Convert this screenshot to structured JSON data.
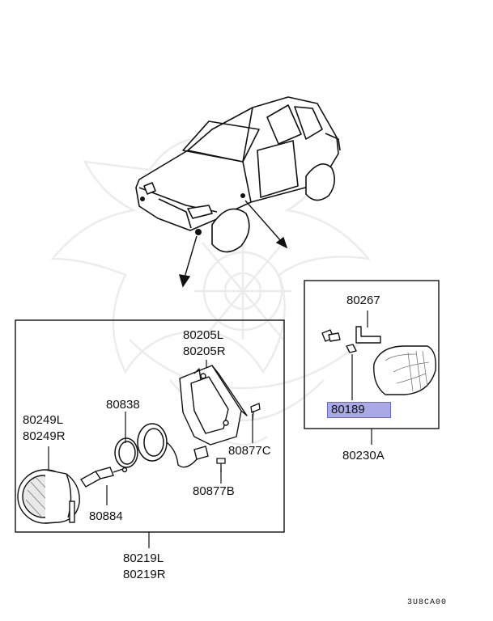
{
  "labels": {
    "fog_bracket_l": "80205L",
    "fog_bracket_r": "80205R",
    "side_marker_clip": "80267",
    "side_marker_bulb": "80189",
    "side_marker_assy": "80230A",
    "fog_unit_l": "80249L",
    "fog_unit_r": "80249R",
    "seal_ring": "80838",
    "bracket_screw": "80877C",
    "bolt": "80877B",
    "socket": "80884",
    "fog_assy_l": "80219L",
    "fog_assy_r": "80219R"
  },
  "highlight_color": "#a9a9e6",
  "diagram_code": "3U8CA00"
}
